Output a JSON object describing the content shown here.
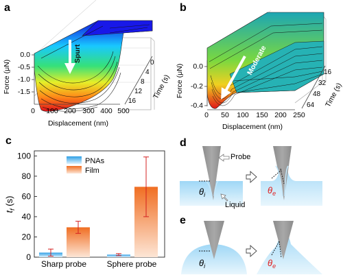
{
  "panels": {
    "a": {
      "letter": "a",
      "y_axis_label": "Force (μN)",
      "y_ticks": [
        "0.0",
        "-0.5",
        "-1.0",
        "-1.5"
      ],
      "x_axis_label": "Displacement (nm)",
      "x_ticks": [
        "0",
        "100",
        "200",
        "300",
        "400",
        "500"
      ],
      "z_axis_label": "Time (s)",
      "z_ticks": [
        "0",
        "4",
        "8",
        "12",
        "16"
      ],
      "annotation": "Spurt"
    },
    "b": {
      "letter": "b",
      "y_axis_label": "Force (μN)",
      "y_ticks": [
        "0.0",
        "-0.2",
        "-0.4"
      ],
      "x_axis_label": "Displacement (nm)",
      "x_ticks": [
        "0",
        "50",
        "100",
        "150",
        "200",
        "250"
      ],
      "z_axis_label": "Time (s)",
      "z_ticks": [
        "16",
        "32",
        "48",
        "64"
      ],
      "annotation": "Moderate"
    },
    "c": {
      "letter": "c",
      "ylabel_main": "t",
      "ylabel_sub": "f",
      "ylabel_unit": " (s)"
    },
    "d": {
      "letter": "d",
      "probe_label": "Probe",
      "liquid_label": "Liquid",
      "theta_i_main": "θ",
      "theta_i_sub": "i",
      "theta_e_main": "θ",
      "theta_e_sub": "e"
    },
    "e": {
      "letter": "e",
      "theta_i_main": "θ",
      "theta_i_sub": "i",
      "theta_e_main": "θ",
      "theta_e_sub": "e"
    }
  },
  "chart_data": {
    "type": "bar",
    "categories": [
      "Sharp probe",
      "Sphere probe"
    ],
    "series": [
      {
        "name": "PNAs",
        "values": [
          4.5,
          2.5
        ],
        "errors": [
          3.5,
          1.0
        ]
      },
      {
        "name": "Film",
        "values": [
          29.5,
          69.5
        ],
        "errors": [
          6.0,
          29.5
        ]
      }
    ],
    "yticks": [
      "0",
      "20",
      "40",
      "60",
      "80",
      "100"
    ],
    "ylim": [
      0,
      105
    ],
    "legend": "top-left",
    "colors": {
      "PNAs": "#3fa9e8",
      "Film": "#f07a2c",
      "error": "#d42020"
    }
  }
}
